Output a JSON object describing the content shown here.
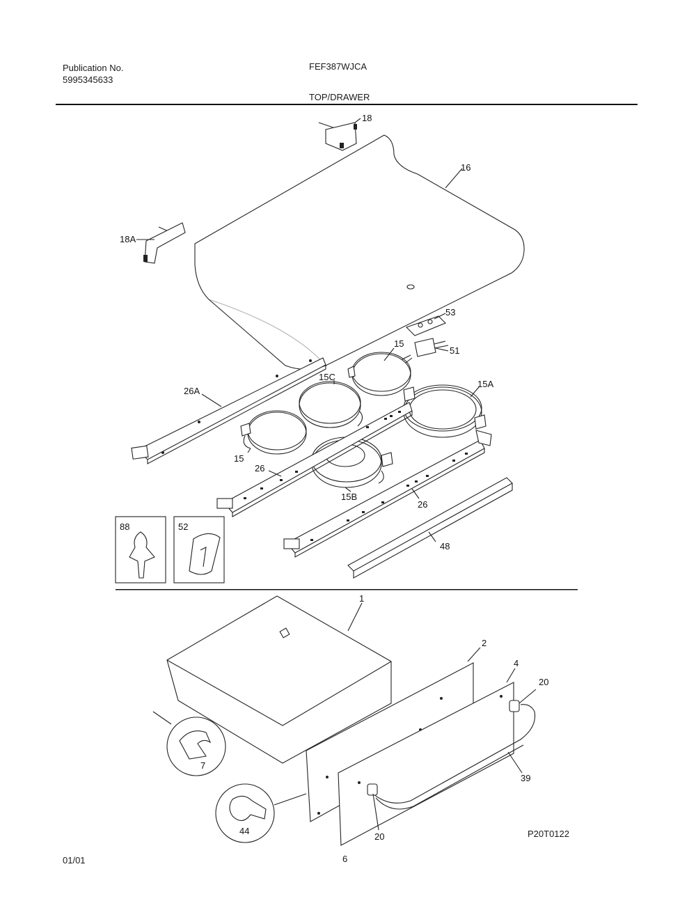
{
  "header": {
    "publication_label": "Publication No.",
    "publication_number": "5995345633",
    "model": "FEF387WJCA",
    "section": "TOP/DRAWER"
  },
  "footer": {
    "date": "01/01",
    "page": "6",
    "drawing_id": "P20T0122"
  },
  "callouts": {
    "c18": "18",
    "c16": "16",
    "c18a": "18A",
    "c53": "53",
    "c15_top": "15",
    "c51": "51",
    "c15c": "15C",
    "c15a": "15A",
    "c26a": "26A",
    "c15_left": "15",
    "c26_left": "26",
    "c15b": "15B",
    "c26_right": "26",
    "c48": "48",
    "c88": "88",
    "c52": "52",
    "c1": "1",
    "c2": "2",
    "c4": "4",
    "c20_right": "20",
    "c7": "7",
    "c39": "39",
    "c44": "44",
    "c20_bottom": "20"
  }
}
